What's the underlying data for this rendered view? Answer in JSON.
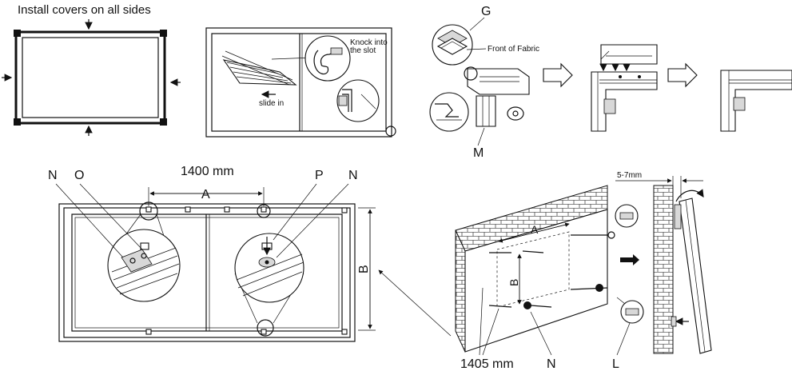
{
  "panel1": {
    "title": "Install covers on all sides"
  },
  "panel2": {
    "knock_label_line1": "Knock into",
    "knock_label_line2": "the slot",
    "slide_label": "slide in"
  },
  "panel3": {
    "label_g": "G",
    "label_m": "M",
    "front_of_fabric": "Front of Fabric"
  },
  "panel6": {
    "width_mm": "1400 mm",
    "label_a": "A",
    "label_b": "B",
    "label_n_left": "N",
    "label_o": "O",
    "label_p": "P",
    "label_n_right": "N"
  },
  "panel7": {
    "label_a": "A",
    "label_b": "B",
    "gap": "5-7mm",
    "wall_mm": "1405 mm",
    "label_n": "N",
    "label_l": "L"
  }
}
